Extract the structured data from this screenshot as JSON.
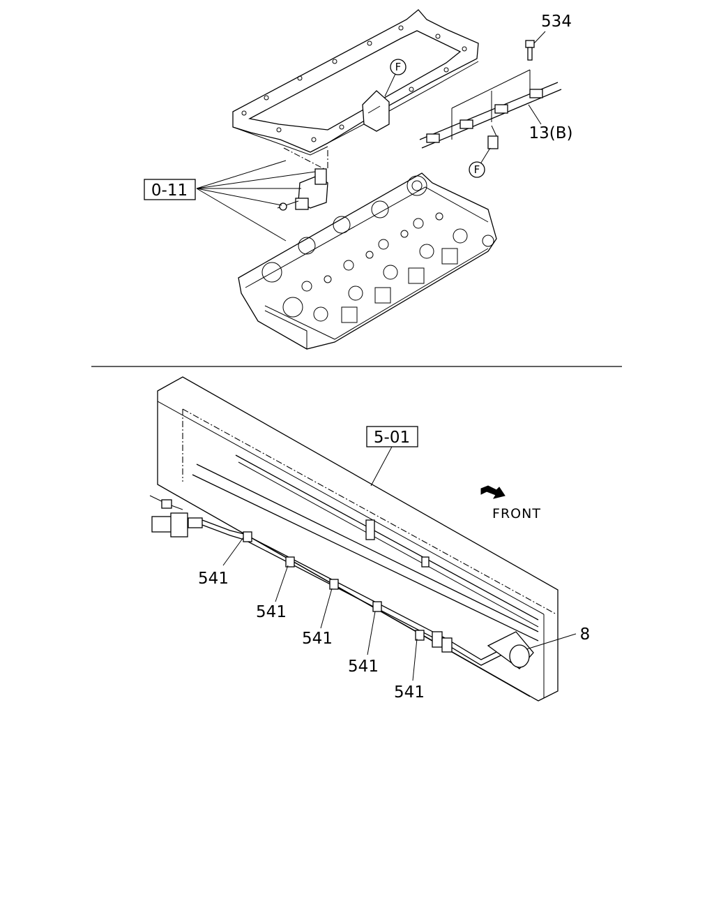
{
  "upper_diagram": {
    "callouts": {
      "bolt": "534",
      "harness": "13(B)",
      "boxed_ref": "0-11"
    },
    "connection_marker": "F"
  },
  "lower_diagram": {
    "callouts": {
      "boxed_ref": "5-01",
      "clip_1": "541",
      "clip_2": "541",
      "clip_3": "541",
      "clip_4": "541",
      "clip_5": "541",
      "harness": "8"
    },
    "direction_label": "FRONT"
  }
}
